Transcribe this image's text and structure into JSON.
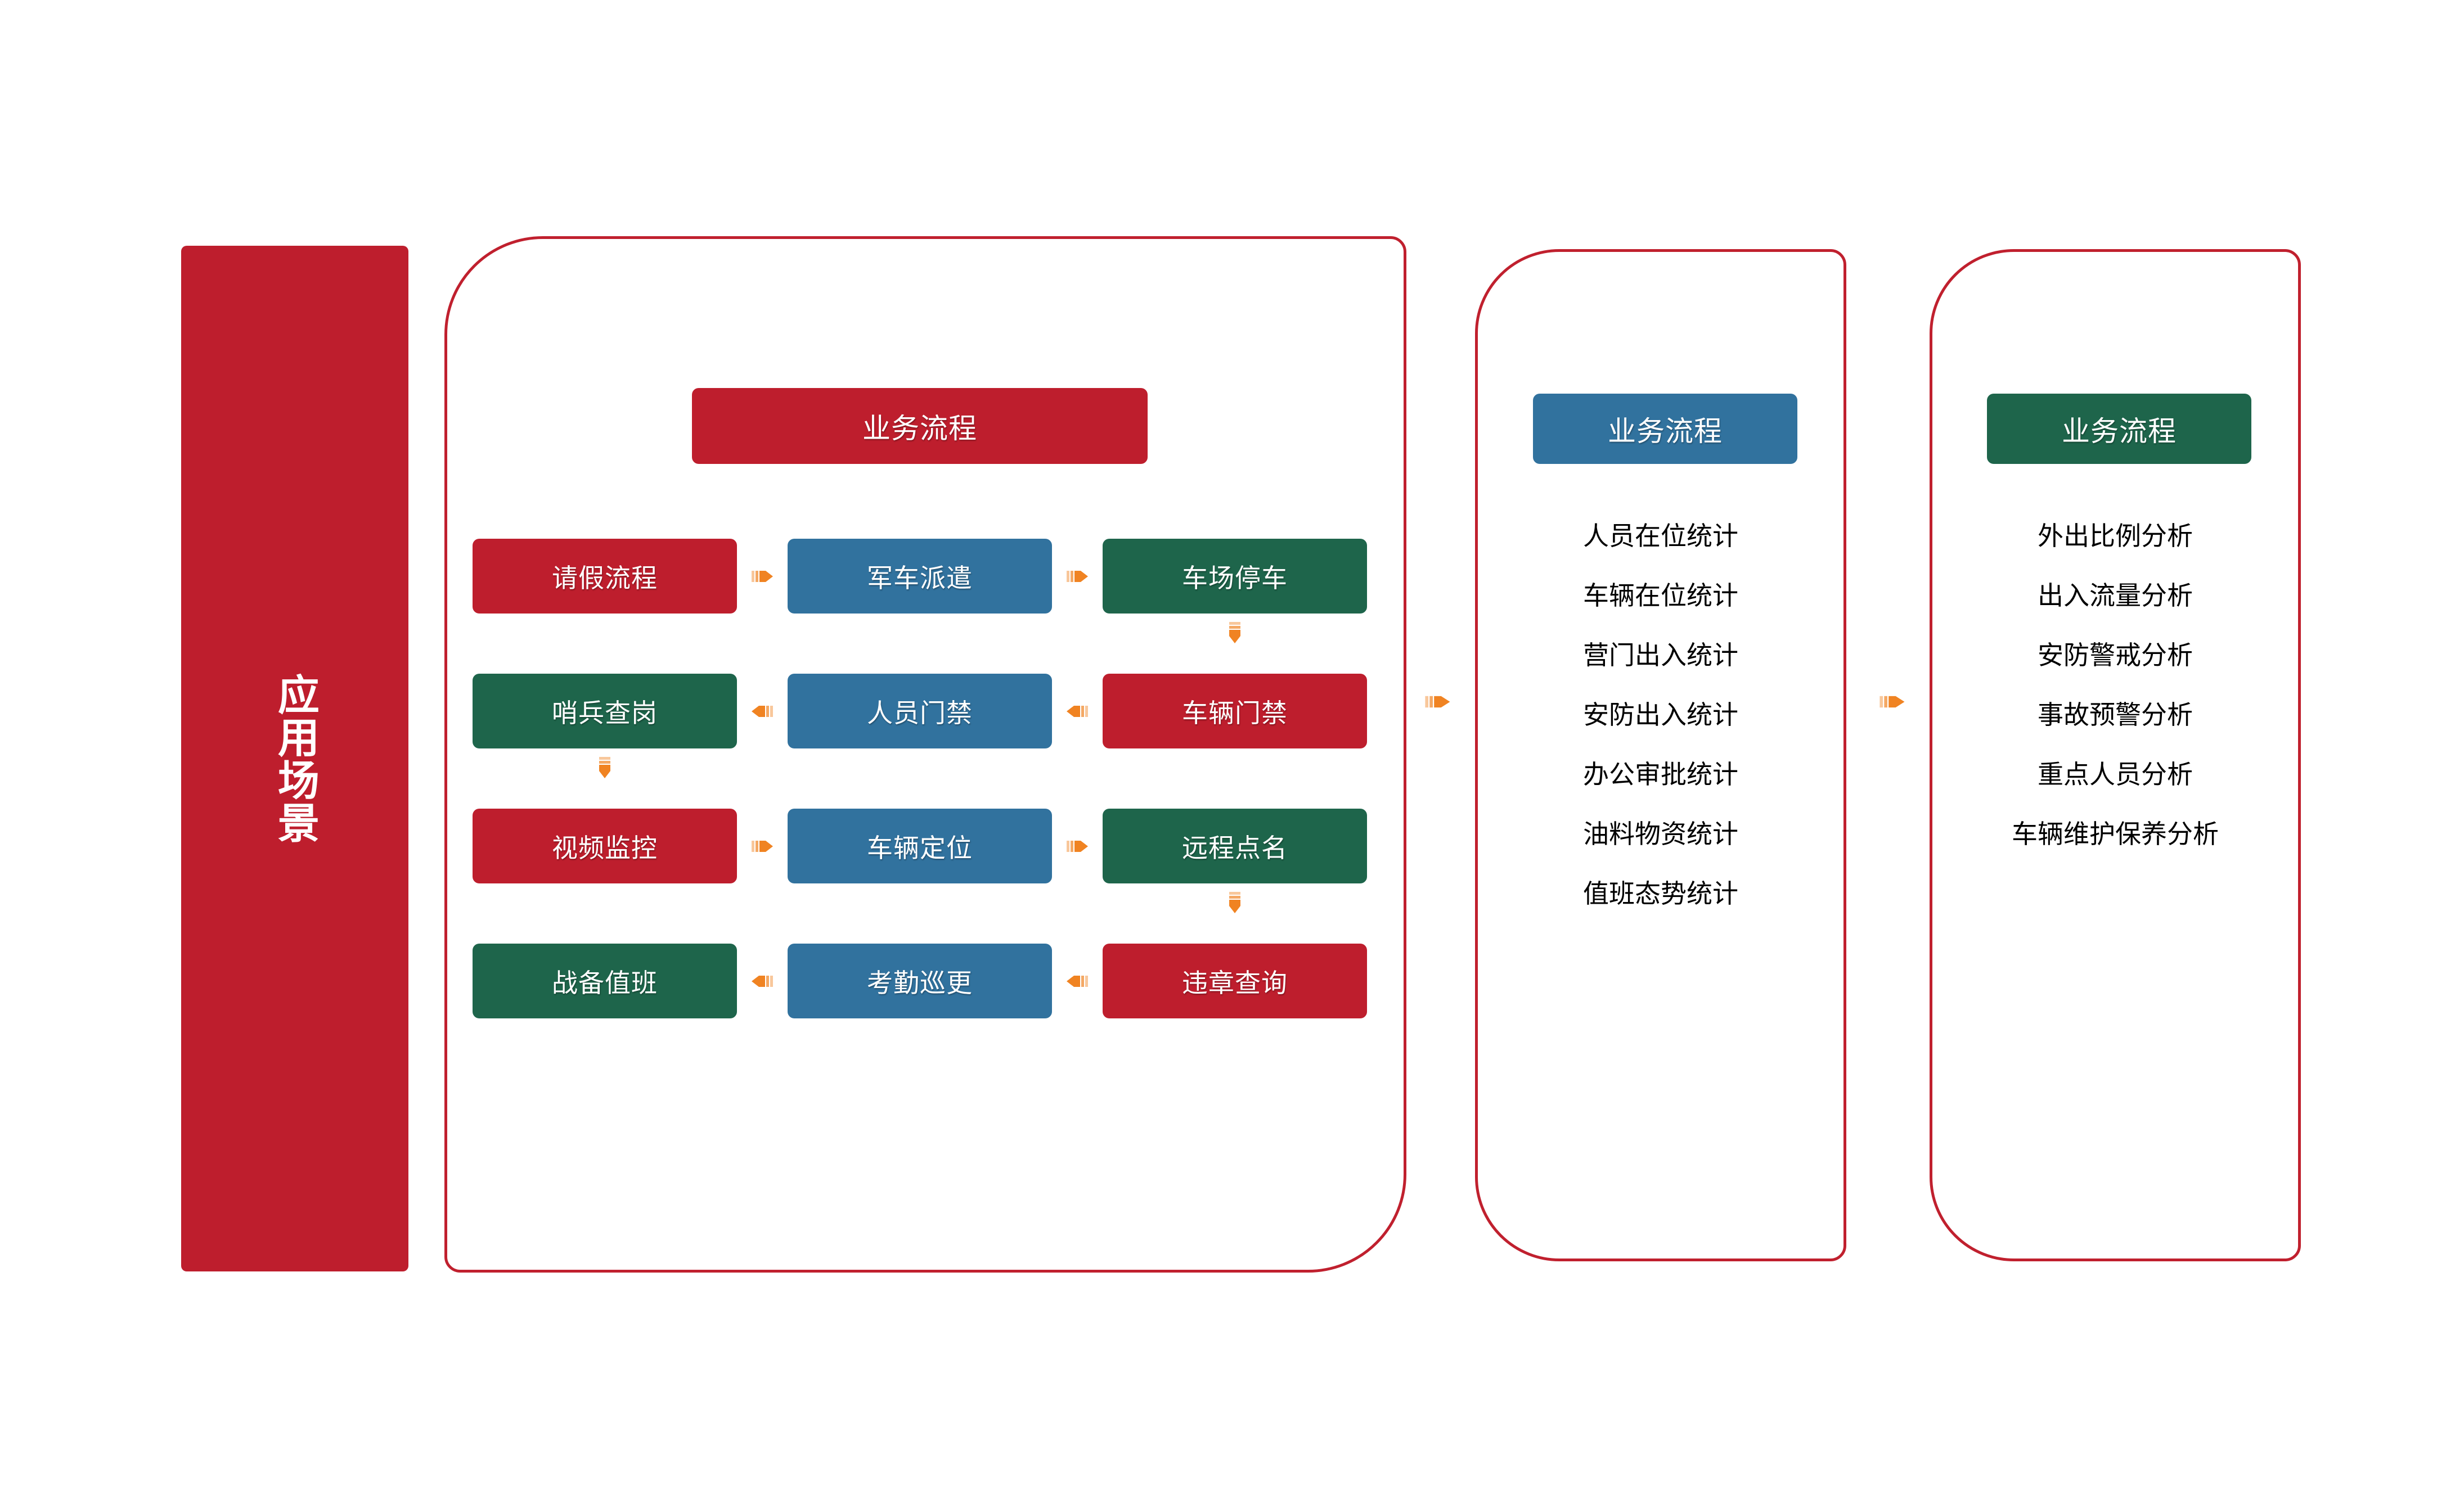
{
  "theme": {
    "red": "#BE1E2D",
    "blue": "#31729E",
    "green": "#1E654B",
    "orange": "#F08322",
    "outline": "#C0202E",
    "background": "#FFFFFF",
    "text_dark": "#000000",
    "text_light": "#FFFFFF"
  },
  "side_banner": {
    "label": "应用场景"
  },
  "panels": {
    "process": {
      "header": {
        "label": "业务流程",
        "color": "red"
      },
      "flow_rows": [
        {
          "direction": "right",
          "cells": [
            {
              "label": "请假流程",
              "color": "red"
            },
            {
              "label": "军车派遣",
              "color": "blue"
            },
            {
              "label": "车场停车",
              "color": "green"
            }
          ]
        },
        {
          "direction": "left",
          "cells": [
            {
              "label": "哨兵查岗",
              "color": "green"
            },
            {
              "label": "人员门禁",
              "color": "blue"
            },
            {
              "label": "车辆门禁",
              "color": "red"
            }
          ]
        },
        {
          "direction": "right",
          "cells": [
            {
              "label": "视频监控",
              "color": "red"
            },
            {
              "label": "车辆定位",
              "color": "blue"
            },
            {
              "label": "远程点名",
              "color": "green"
            }
          ]
        },
        {
          "direction": "left",
          "cells": [
            {
              "label": "战备值班",
              "color": "green"
            },
            {
              "label": "考勤巡更",
              "color": "blue"
            },
            {
              "label": "违章查询",
              "color": "red"
            }
          ]
        }
      ]
    },
    "statistics": {
      "header": {
        "label": "业务流程",
        "color": "blue"
      },
      "items": [
        "人员在位统计",
        "车辆在位统计",
        "营门出入统计",
        "安防出入统计",
        "办公审批统计",
        "油料物资统计",
        "值班态势统计"
      ]
    },
    "analysis": {
      "header": {
        "label": "业务流程",
        "color": "green"
      },
      "items": [
        "外出比例分析",
        "出入流量分析",
        "安防警戒分析",
        "事故预警分析",
        "重点人员分析",
        "车辆维护保养分析"
      ]
    }
  },
  "arrows": {
    "flow_horizontal": [
      {
        "id": "r1-c1-c2",
        "direction": "right"
      },
      {
        "id": "r1-c2-c3",
        "direction": "right"
      },
      {
        "id": "r2-c3-c2",
        "direction": "left"
      },
      {
        "id": "r2-c2-c1",
        "direction": "left"
      },
      {
        "id": "r3-c1-c2",
        "direction": "right"
      },
      {
        "id": "r3-c2-c3",
        "direction": "right"
      },
      {
        "id": "r4-c3-c2",
        "direction": "left"
      },
      {
        "id": "r4-c2-c1",
        "direction": "left"
      }
    ],
    "flow_vertical": [
      {
        "id": "c3-r1-r2",
        "direction": "down"
      },
      {
        "id": "c1-r2-r3",
        "direction": "down"
      },
      {
        "id": "c3-r3-r4",
        "direction": "down"
      }
    ],
    "between_panels": [
      {
        "id": "process-to-statistics",
        "direction": "right"
      },
      {
        "id": "statistics-to-analysis",
        "direction": "right"
      }
    ]
  }
}
